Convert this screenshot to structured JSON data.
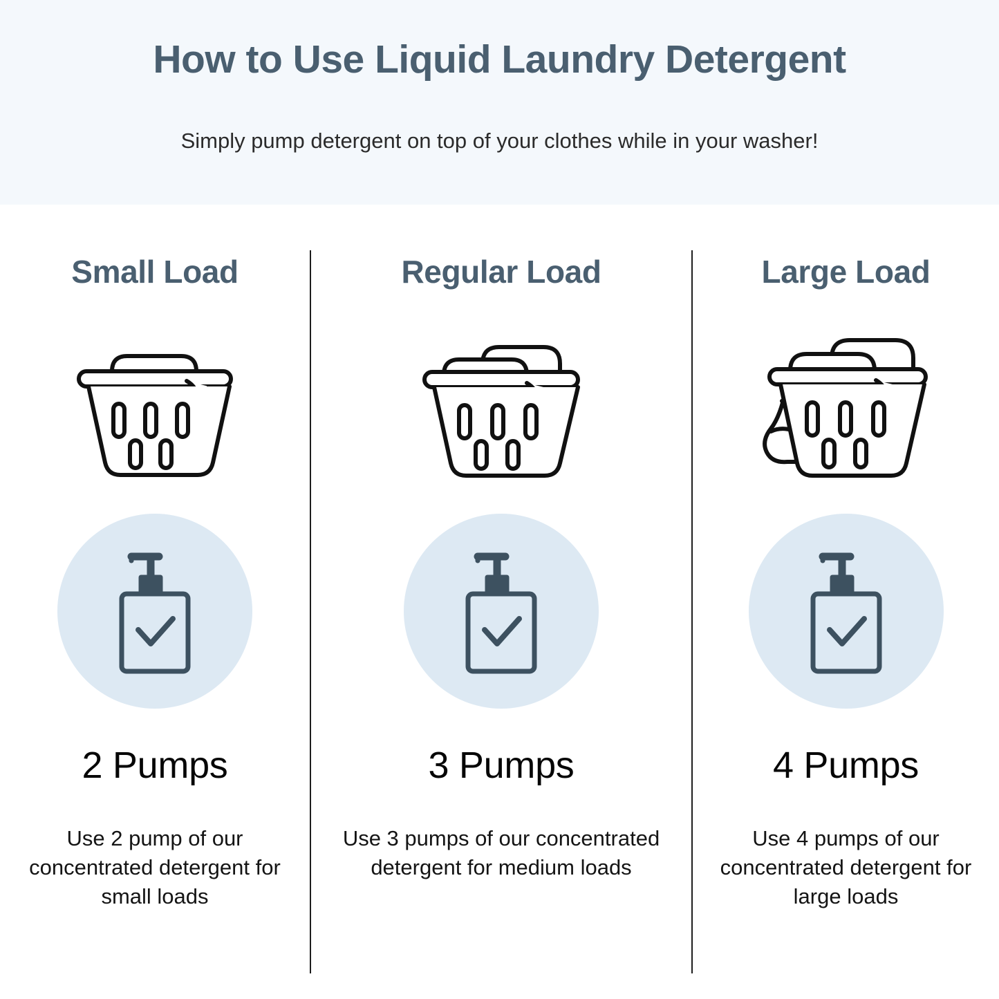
{
  "header": {
    "title": "How to Use Liquid Laundry Detergent",
    "subtitle": "Simply pump detergent on top of your clothes while in your washer!",
    "background_color": "#f4f8fc",
    "title_color": "#4a5f70"
  },
  "theme": {
    "accent_circle_color": "#dde9f3",
    "icon_stroke_color": "#3d5160",
    "heading_color": "#4a5f70",
    "body_text_color": "#141414",
    "divider_color": "#1d1d1d",
    "page_background": "#ffffff"
  },
  "columns": [
    {
      "title": "Small Load",
      "basket_icon": "laundry-basket-small-icon",
      "bottle_icon": "pump-bottle-check-icon",
      "pump_count": "2 Pumps",
      "description": "Use 2 pump of our concentrated detergent for small loads"
    },
    {
      "title": "Regular Load",
      "basket_icon": "laundry-basket-regular-icon",
      "bottle_icon": "pump-bottle-check-icon",
      "pump_count": "3 Pumps",
      "description": "Use 3 pumps of our concentrated detergent for medium loads"
    },
    {
      "title": "Large Load",
      "basket_icon": "laundry-basket-large-icon",
      "bottle_icon": "pump-bottle-check-icon",
      "pump_count": "4 Pumps",
      "description": "Use 4 pumps of our concentrated detergent for large loads"
    }
  ]
}
